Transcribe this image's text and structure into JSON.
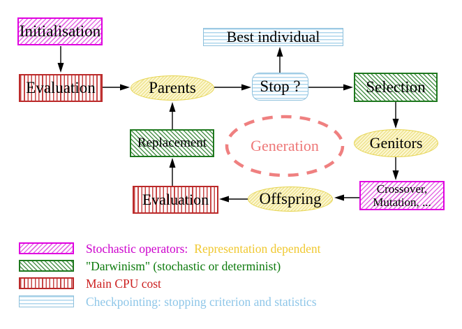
{
  "nodes": {
    "initialisation": "Initialisation",
    "evaluation_top": "Evaluation",
    "parents": "Parents",
    "best_individual": "Best individual",
    "stop": "Stop ?",
    "selection": "Selection",
    "replacement": "Replacement",
    "generation": "Generation",
    "genitors": "Genitors",
    "crossover_line1": "Crossover,",
    "crossover_line2": "Mutation, ...",
    "offspring": "Offspring",
    "evaluation_bottom": "Evaluation"
  },
  "legend": {
    "stochastic_label": "Stochastic operators:",
    "stochastic_label2": "Representation dependent",
    "darwinism_label": "\"Darwinism\" (stochastic or determinist)",
    "cpu_label": "Main CPU cost",
    "checkpoint_label": "Checkpointing: stopping criterion and statistics"
  },
  "colors": {
    "magenta": "#e000e0",
    "green": "#1e781e",
    "red": "#c03030",
    "light_blue": "#8ec6e8",
    "yellow": "#e6d44e",
    "gold_text": "#f0c830",
    "salmon": "#ee7878",
    "black": "#000000"
  }
}
